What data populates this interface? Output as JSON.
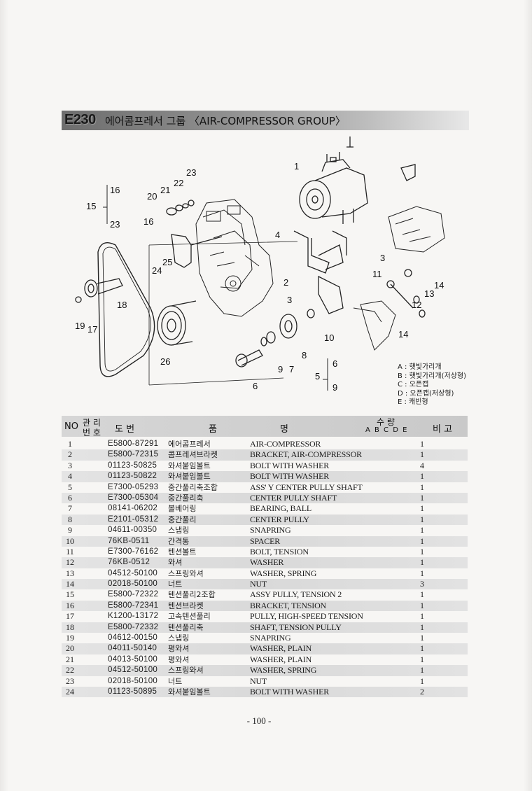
{
  "title": {
    "code": "E230",
    "text": "에어콤프레서 그룹 〈AIR-COMPRESSOR GROUP〉"
  },
  "diagram_callouts": {
    "n1": "1",
    "n2": "2",
    "n3a": "3",
    "n3b": "3",
    "n4": "4",
    "n5": "5",
    "n6a": "6",
    "n6b": "6",
    "n7": "7",
    "n8": "8",
    "n9a": "9",
    "n9b": "9",
    "n10": "10",
    "n11": "11",
    "n12": "12",
    "n13": "13",
    "n14a": "14",
    "n14b": "14",
    "n15": "15",
    "n16a": "16",
    "n16b": "16",
    "n17": "17",
    "n18": "18",
    "n19": "19",
    "n20": "20",
    "n21": "21",
    "n22": "22",
    "n23a": "23",
    "n23b": "23",
    "n24": "24",
    "n25": "25",
    "n26": "26"
  },
  "legend": [
    "A : 햇빛가리개",
    "B : 햇빛가리개(저상형)",
    "C : 오픈캡",
    "D : 오픈캡(저상형)",
    "E : 캐빈형"
  ],
  "table_header": {
    "no": "NO",
    "mgmt_top": "관 리",
    "mgmt_bottom": "번 호",
    "drawing": "도    번",
    "name_a": "품",
    "name_b": "명",
    "qty": "수    량",
    "qty_cols": "A  B  C  D  E",
    "remarks": "비  고"
  },
  "rows": [
    {
      "no": "1",
      "part": "E5800-87291",
      "kr": "에어콤프레서",
      "en": "AIR-COMPRESSOR",
      "qty": "1"
    },
    {
      "no": "2",
      "part": "E5800-72315",
      "kr": "콤프레셔브라켓",
      "en": "BRACKET, AIR-COMPRESSOR",
      "qty": "1"
    },
    {
      "no": "3",
      "part": "01123-50825",
      "kr": "와셔붙임볼트",
      "en": "BOLT WITH WASHER",
      "qty": "4"
    },
    {
      "no": "4",
      "part": "01123-50822",
      "kr": "와셔붙임볼트",
      "en": "BOLT WITH WASHER",
      "qty": "1"
    },
    {
      "no": "5",
      "part": "E7300-05293",
      "kr": "중간풀리축조합",
      "en": "ASS' Y CENTER PULLY SHAFT",
      "qty": "1"
    },
    {
      "no": "6",
      "part": "E7300-05304",
      "kr": "중간풀리축",
      "en": "CENTER PULLY SHAFT",
      "qty": "1"
    },
    {
      "no": "7",
      "part": "08141-06202",
      "kr": "볼베어링",
      "en": "BEARING, BALL",
      "qty": "1"
    },
    {
      "no": "8",
      "part": "E2101-05312",
      "kr": "중간풀리",
      "en": "CENTER PULLY",
      "qty": "1"
    },
    {
      "no": "9",
      "part": "04611-00350",
      "kr": "스냅링",
      "en": "SNAPRING",
      "qty": "1"
    },
    {
      "no": "10",
      "part": "76KB-0511",
      "kr": "간격통",
      "en": "SPACER",
      "qty": "1"
    },
    {
      "no": "11",
      "part": "E7300-76162",
      "kr": "텐션볼트",
      "en": "BOLT, TENSION",
      "qty": "1"
    },
    {
      "no": "12",
      "part": "76KB-0512",
      "kr": "와셔",
      "en": "WASHER",
      "qty": "1"
    },
    {
      "no": "13",
      "part": "04512-50100",
      "kr": "스프링와셔",
      "en": "WASHER, SPRING",
      "qty": "1"
    },
    {
      "no": "14",
      "part": "02018-50100",
      "kr": "너트",
      "en": "NUT",
      "qty": "3"
    },
    {
      "no": "15",
      "part": "E5800-72322",
      "kr": "텐션풀리2조합",
      "en": "ASSY PULLY, TENSION 2",
      "qty": "1"
    },
    {
      "no": "16",
      "part": "E5800-72341",
      "kr": "텐션브라켓",
      "en": "BRACKET, TENSION",
      "qty": "1"
    },
    {
      "no": "17",
      "part": "K1200-13172",
      "kr": "고속텐션풀리",
      "en": "PULLY, HIGH-SPEED TENSION",
      "qty": "1"
    },
    {
      "no": "18",
      "part": "E5800-72332",
      "kr": "텐션풀리축",
      "en": "SHAFT, TENSION PULLY",
      "qty": "1"
    },
    {
      "no": "19",
      "part": "04612-00150",
      "kr": "스냅링",
      "en": "SNAPRING",
      "qty": "1"
    },
    {
      "no": "20",
      "part": "04011-50140",
      "kr": "평와셔",
      "en": "WASHER, PLAIN",
      "qty": "1"
    },
    {
      "no": "21",
      "part": "04013-50100",
      "kr": "평와셔",
      "en": "WASHER, PLAIN",
      "qty": "1"
    },
    {
      "no": "22",
      "part": "04512-50100",
      "kr": "스프링와셔",
      "en": "WASHER, SPRING",
      "qty": "1"
    },
    {
      "no": "23",
      "part": "02018-50100",
      "kr": "너트",
      "en": "NUT",
      "qty": "1"
    },
    {
      "no": "24",
      "part": "01123-50895",
      "kr": "와셔붙임볼트",
      "en": "BOLT WITH WASHER",
      "qty": "2"
    }
  ],
  "page_number": "- 100 -"
}
